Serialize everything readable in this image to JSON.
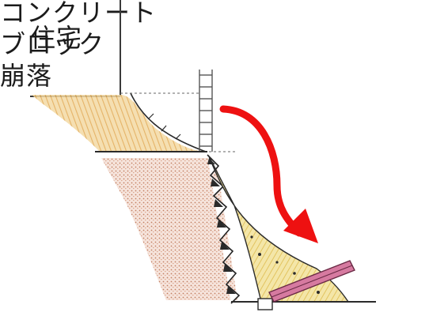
{
  "labels": {
    "house": "住宅",
    "collapse_line1": "コンクリート",
    "collapse_line2": "ブロック",
    "collapse_line3": "崩落"
  },
  "colors": {
    "ink": "#2a2a2a",
    "upper_soil": "#e8b860",
    "lower_soil": "#c78a6a",
    "debris_fill": "#efd98a",
    "arrow": "#ee1111",
    "fallen_block": "#c0527a"
  },
  "icons": {
    "arrow": "red-curved-arrow",
    "block": "concrete-block-icon"
  }
}
